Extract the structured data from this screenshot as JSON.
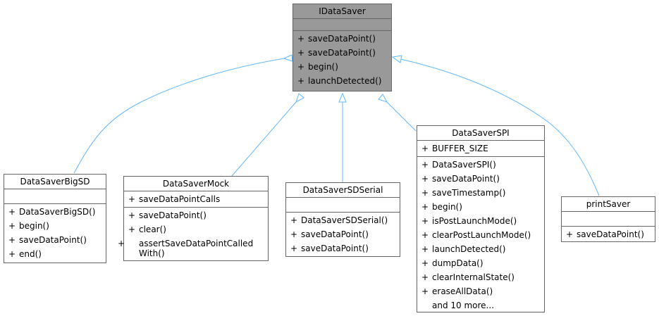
{
  "classes": {
    "idatasaver": {
      "name": "IDataSaver",
      "attributes": [],
      "methods": [
        {
          "vis": "+",
          "label": "saveDataPoint()"
        },
        {
          "vis": "+",
          "label": "saveDataPoint()"
        },
        {
          "vis": "+",
          "label": "begin()"
        },
        {
          "vis": "+",
          "label": "launchDetected()"
        }
      ]
    },
    "bigsd": {
      "name": "DataSaverBigSD",
      "attributes": [],
      "methods": [
        {
          "vis": "+",
          "label": "DataSaverBigSD()"
        },
        {
          "vis": "+",
          "label": "begin()"
        },
        {
          "vis": "+",
          "label": "saveDataPoint()"
        },
        {
          "vis": "+",
          "label": "end()"
        }
      ]
    },
    "mock": {
      "name": "DataSaverMock",
      "attributes": [
        {
          "vis": "+",
          "label": "saveDataPointCalls"
        }
      ],
      "methods": [
        {
          "vis": "+",
          "label": "saveDataPoint()"
        },
        {
          "vis": "+",
          "label": "clear()"
        },
        {
          "vis": "+",
          "label": "assertSaveDataPointCalled With()"
        }
      ]
    },
    "sdserial": {
      "name": "DataSaverSDSerial",
      "attributes": [],
      "methods": [
        {
          "vis": "+",
          "label": "DataSaverSDSerial()"
        },
        {
          "vis": "+",
          "label": "saveDataPoint()"
        },
        {
          "vis": "+",
          "label": "saveDataPoint()"
        }
      ]
    },
    "spi": {
      "name": "DataSaverSPI",
      "attributes": [
        {
          "vis": "+",
          "label": "BUFFER_SIZE"
        }
      ],
      "methods": [
        {
          "vis": "+",
          "label": "DataSaverSPI()"
        },
        {
          "vis": "+",
          "label": "saveDataPoint()"
        },
        {
          "vis": "+",
          "label": "saveTimestamp()"
        },
        {
          "vis": "+",
          "label": "begin()"
        },
        {
          "vis": "+",
          "label": "isPostLaunchMode()"
        },
        {
          "vis": "+",
          "label": "clearPostLaunchMode()"
        },
        {
          "vis": "+",
          "label": "launchDetected()"
        },
        {
          "vis": "+",
          "label": "dumpData()"
        },
        {
          "vis": "+",
          "label": "clearInternalState()"
        },
        {
          "vis": "+",
          "label": "eraseAllData()"
        }
      ],
      "more": "and 10 more..."
    },
    "print": {
      "name": "printSaver",
      "attributes": [],
      "methods": [
        {
          "vis": "+",
          "label": "saveDataPoint()"
        }
      ]
    }
  },
  "colors": {
    "edge": "#63b8ff",
    "base_fill": "#999999",
    "border": "#666666"
  }
}
